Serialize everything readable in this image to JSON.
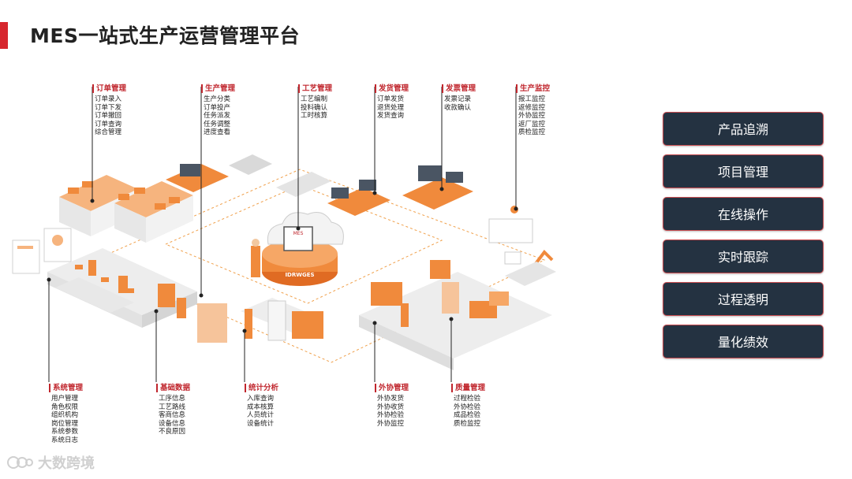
{
  "title": "MES一站式生产运营管理平台",
  "modules_top": [
    {
      "name": "订单管理",
      "items": [
        "订单录入",
        "订单下发",
        "订单撤回",
        "订单查询",
        "综合管理"
      ]
    },
    {
      "name": "生产管理",
      "items": [
        "生产分类",
        "订单投产",
        "任务派发",
        "任务调整",
        "进度查看"
      ]
    },
    {
      "name": "工艺管理",
      "items": [
        "工艺编制",
        "投料确认",
        "工时核算"
      ]
    },
    {
      "name": "发货管理",
      "items": [
        "订单发货",
        "退货处理",
        "发货查询"
      ]
    },
    {
      "name": "发票管理",
      "items": [
        "发票记录",
        "收款确认"
      ]
    },
    {
      "name": "生产监控",
      "items": [
        "报工监控",
        "返修监控",
        "外协监控",
        "返厂监控",
        "质检监控"
      ]
    }
  ],
  "modules_bottom": [
    {
      "name": "系统管理",
      "items": [
        "用户管理",
        "角色权限",
        "组织机构",
        "岗位管理",
        "系统参数",
        "系统日志"
      ]
    },
    {
      "name": "基础数据",
      "items": [
        "工序信息",
        "工艺路线",
        "客商信息",
        "设备信息",
        "不良原因"
      ]
    },
    {
      "name": "统计分析",
      "items": [
        "入库查询",
        "成本核算",
        "人员统计",
        "设备统计"
      ]
    },
    {
      "name": "外协管理",
      "items": [
        "外协发货",
        "外协收货",
        "外协检验",
        "外协监控"
      ]
    },
    {
      "name": "质量管理",
      "items": [
        "过程检验",
        "外协检验",
        "成品检验",
        "质检监控"
      ]
    }
  ],
  "hub": {
    "label": "IDRWGES",
    "panel": "MES"
  },
  "features": [
    "产品追溯",
    "项目管理",
    "在线操作",
    "实时跟踪",
    "过程透明",
    "量化绩效"
  ],
  "watermark": "大数跨境",
  "colors": {
    "accent": "#d7262e",
    "orange": "#f08a3c",
    "light_orange": "#f7c49a",
    "button_bg": "#243241",
    "button_border": "#c94b4f"
  }
}
